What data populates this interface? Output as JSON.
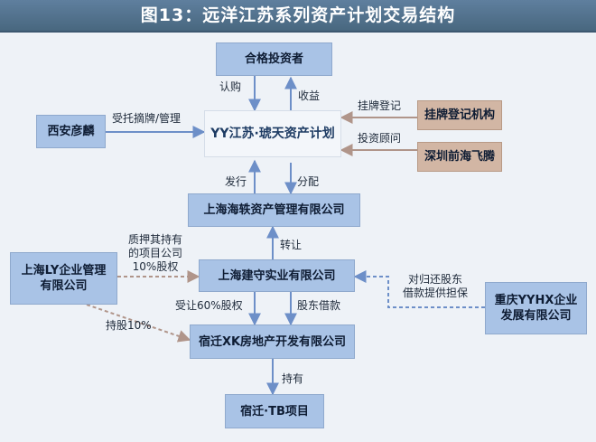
{
  "title": "图13：远洋江苏系列资产计划交易结构",
  "nodes": {
    "investors": "合格投资者",
    "plan": "YY江苏·琥天资产计划",
    "xian": "西安彦麟",
    "registry": "挂牌登记机构",
    "shenzhen": "深圳前海飞腾",
    "haitie": "上海海轶资产管理有限公司",
    "jianshou": "上海建守实业有限公司",
    "ly": "上海LY企业管理有限公司",
    "chongqing": "重庆YYHX企业发展有限公司",
    "suqian": "宿迁XK房地产开发有限公司",
    "project": "宿迁·TB项目"
  },
  "edges": {
    "subscribe": "认购",
    "returns": "收益",
    "entrust": "受托摘牌/管理",
    "listing": "挂牌登记",
    "advisor": "投资顾问",
    "issue": "发行",
    "distribute": "分配",
    "transfer": "转让",
    "pledge": "质押其持有的项目公司10%股权",
    "pledge_lines": [
      "质押其持有",
      "的项目公司",
      "10%股权"
    ],
    "guarantee_lines": [
      "对归还股东",
      "借款提供担保"
    ],
    "equity60": "受让60%股权",
    "loan": "股东借款",
    "hold10": "持股10%",
    "hold": "持有"
  },
  "colors": {
    "title_bg": "#5a7b9a",
    "blue_box": "#a9c3e6",
    "brown_box": "#d2b6a4",
    "arrow_blue": "#6d8fc8",
    "arrow_brown": "#b0958a"
  }
}
